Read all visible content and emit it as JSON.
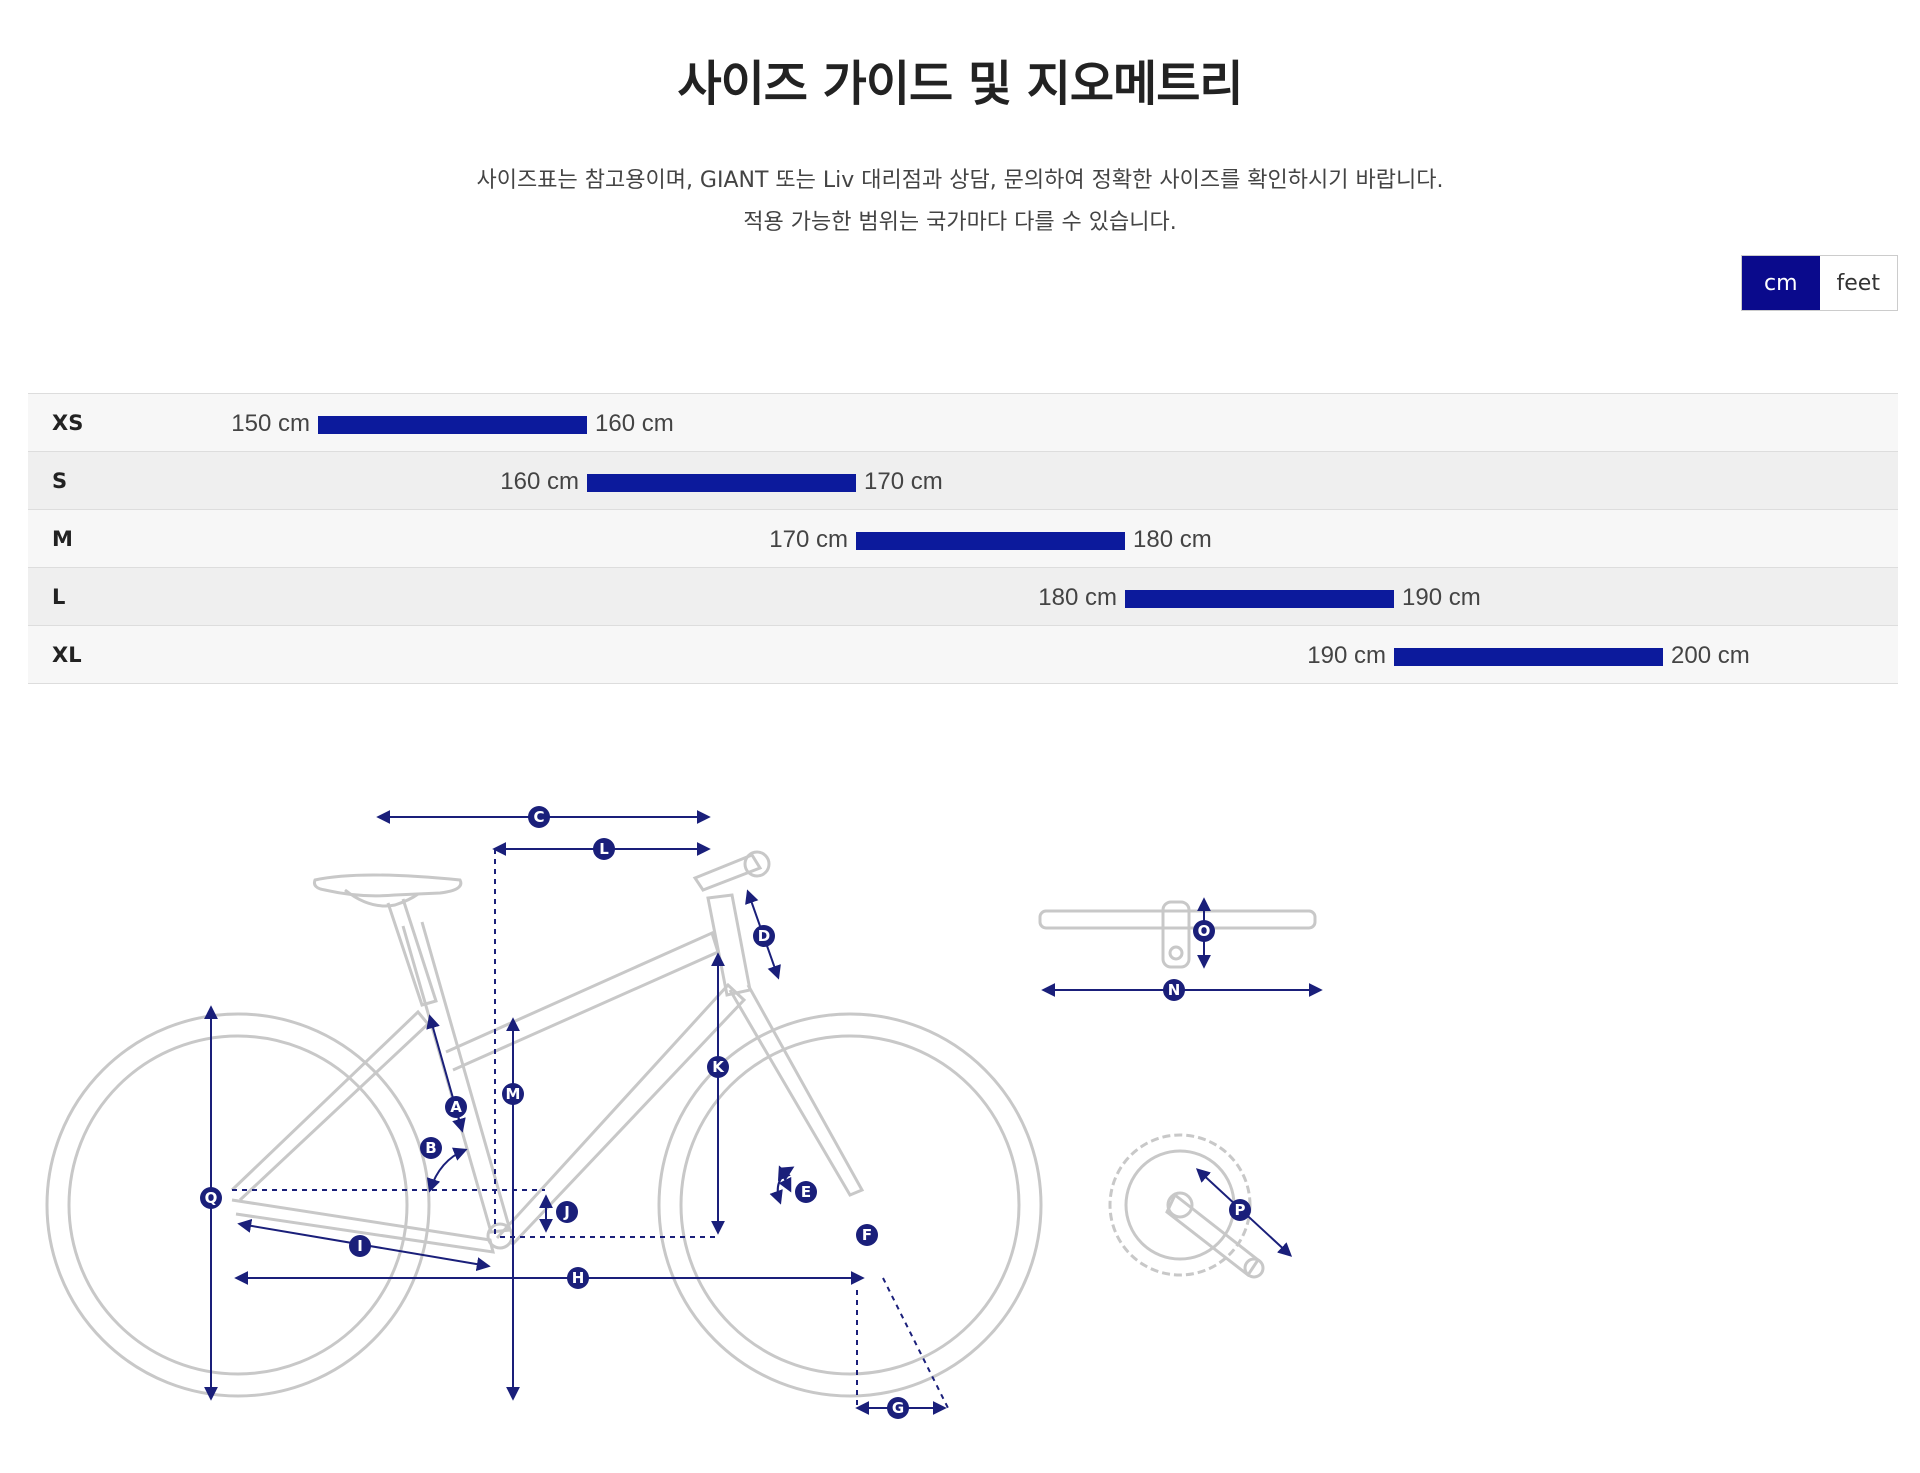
{
  "page": {
    "title": "사이즈 가이드 및 지오메트리",
    "subtitle_line1": "사이즈표는 참고용이며, GIANT 또는 Liv 대리점과 상담, 문의하여 정확한 사이즈를 확인하시기 바랍니다.",
    "subtitle_line2": "적용 가능한 범위는 국가마다 다를 수 있습니다."
  },
  "unit_toggle": {
    "options": [
      "cm",
      "feet"
    ],
    "selected": "cm",
    "active_color": "#0a0a8c"
  },
  "size_chart": {
    "bar_color": "#0c1a9c",
    "scale_min": 150,
    "scale_max": 200,
    "rows": [
      {
        "size": "XS",
        "min": 150,
        "max": 160,
        "min_label": "150 cm",
        "max_label": "160 cm"
      },
      {
        "size": "S",
        "min": 160,
        "max": 170,
        "min_label": "160 cm",
        "max_label": "170 cm"
      },
      {
        "size": "M",
        "min": 170,
        "max": 180,
        "min_label": "170 cm",
        "max_label": "180 cm"
      },
      {
        "size": "L",
        "min": 180,
        "max": 190,
        "min_label": "180 cm",
        "max_label": "190 cm"
      },
      {
        "size": "XL",
        "min": 190,
        "max": 200,
        "min_label": "190 cm",
        "max_label": "200 cm"
      }
    ]
  },
  "geometry_diagram": {
    "accent_color": "#1a1f7a",
    "frame_color": "#c8c8c8",
    "markers": [
      "A",
      "B",
      "C",
      "D",
      "E",
      "F",
      "G",
      "H",
      "I",
      "J",
      "K",
      "L",
      "M",
      "N",
      "O",
      "P",
      "Q"
    ]
  }
}
